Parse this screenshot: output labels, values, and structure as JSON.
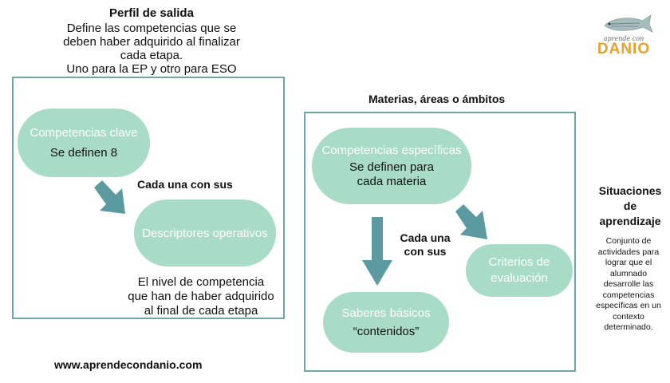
{
  "perfil": {
    "title": "Perfil de salida",
    "lines": [
      "Define las competencias que se",
      "deben haber adquirido al finalizar",
      "cada etapa.",
      "Uno para la EP y otro para ESO"
    ]
  },
  "left": {
    "pill1": {
      "title": "Competencias clave",
      "sub": "Se definen 8"
    },
    "connector": "Cada una con sus",
    "pill2": {
      "title": "Descriptores operativos"
    },
    "note": [
      "El nivel de competencia",
      "que han de haber adquirido",
      "al final de cada etapa"
    ]
  },
  "right": {
    "title": "Materias, áreas o ámbitos",
    "pill1": {
      "title": "Competencias específicas",
      "sub1": "Se definen para",
      "sub2": "cada materia"
    },
    "connector": [
      "Cada una",
      "con sus"
    ],
    "criterios": [
      "Criterios de",
      "evaluación"
    ],
    "saberes": {
      "title": "Saberes básicos",
      "sub": "“contenidos”"
    }
  },
  "situaciones": {
    "title": [
      "Situaciones",
      "de",
      "aprendizaje"
    ],
    "desc": [
      "Conjunto de",
      "actividades para",
      "lograr que el",
      "alumnado",
      "desarrolle las",
      "competencias",
      "específicas en un",
      "contexto",
      "determinado."
    ]
  },
  "website": "www.aprendecondanio.com",
  "logo": {
    "small": "aprende con",
    "big": "DANIO"
  },
  "colors": {
    "frame": "#6ea5a5",
    "pill": "#a8dcc6",
    "arrow": "#5a9aa0",
    "logo": "#e8a030"
  }
}
